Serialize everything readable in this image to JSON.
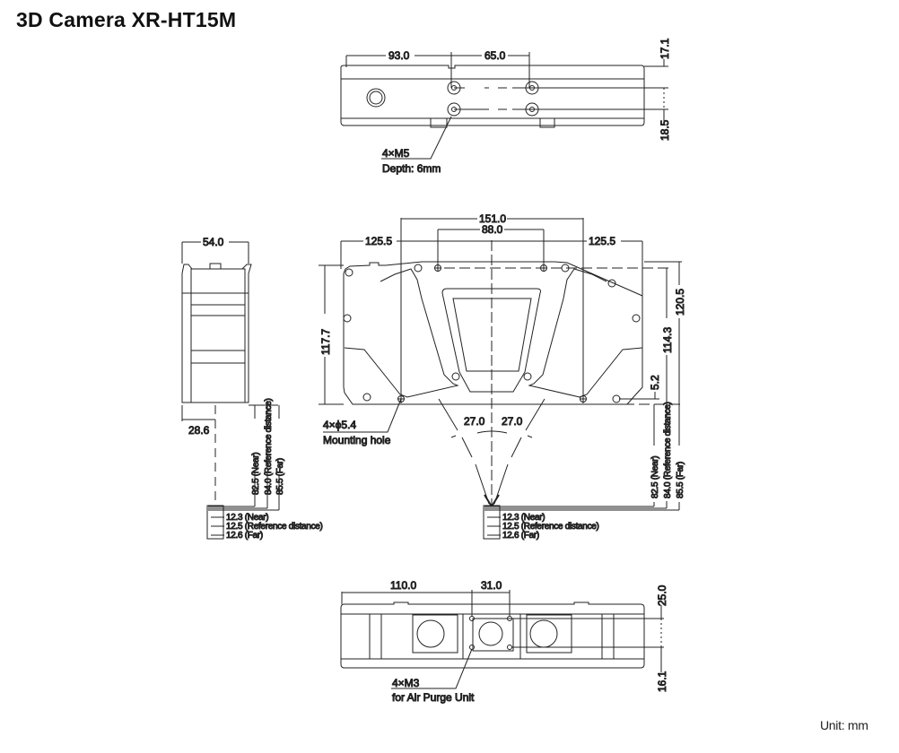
{
  "title": "3D Camera XR-HT15M",
  "unit_label": "Unit: mm",
  "top_view": {
    "dim_left": "93.0",
    "dim_hole_spacing": "65.0",
    "dim_right_top": "17.1",
    "dim_right_bottom": "18.5",
    "callout_line1": "4×M5",
    "callout_line2": "Depth: 6mm"
  },
  "front_view": {
    "dim_overall_mount": "151.0",
    "dim_inner_holes": "88.0",
    "dim_left_half": "125.5",
    "dim_right_half": "125.5",
    "dim_height_left": "117.7",
    "dim_height_right_outer": "120.5",
    "dim_height_right_inner": "114.3",
    "dim_bottom_offset": "5.2",
    "angle_left": "27.0",
    "angle_right": "27.0",
    "callout_line1": "4×ϕ5.4",
    "callout_line2": "Mounting hole",
    "dist_near": "82.5 (Near)",
    "dist_ref": "84.0 (Reference distance)",
    "dist_far": "85.5 (Far)",
    "fov_near": "12.3 (Near)",
    "fov_ref": "12.5 (Reference distance)",
    "fov_far": "12.6 (Far)"
  },
  "side_view": {
    "dim_width": "54.0",
    "dim_optical_offset": "28.6",
    "dist_near": "82.5 (Near)",
    "dist_ref": "84.0 (Reference distance)",
    "dist_far": "85.5 (Far)",
    "fov_near": "12.3 (Near)",
    "fov_ref": "12.5 (Reference distance)",
    "fov_far": "12.6 (Far)"
  },
  "bottom_view": {
    "dim_left": "110.0",
    "dim_hole_spacing": "31.0",
    "dim_right_top": "25.0",
    "dim_right_bottom": "16.1",
    "callout_line1": "4×M3",
    "callout_line2": "for Air Purge Unit"
  }
}
